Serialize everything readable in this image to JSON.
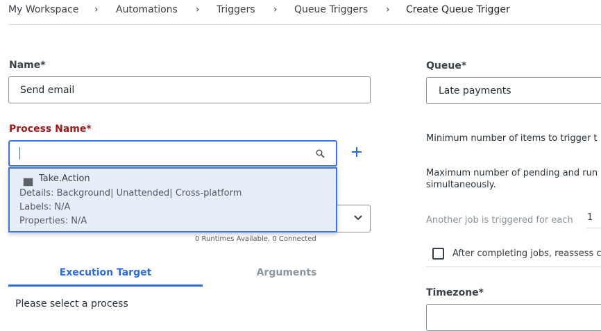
{
  "breadcrumb": [
    "My Workspace",
    "Automations",
    "Triggers",
    "Queue Triggers",
    "Create Queue Trigger"
  ],
  "form": {
    "name_label": "Name*",
    "name_value": "Send email",
    "process_label": "Process Name*",
    "process_value": "",
    "runtimes_text": "0 Runtimes Available, 0 Connected",
    "queue_label": "Queue*",
    "queue_value": "Late payments",
    "min_items_text": "Minimum number of items to trigger t",
    "max_pending_text_1": "Maximum number of pending and run",
    "max_pending_text_2": "simultaneously.",
    "another_job_text": "Another job is triggered for each",
    "another_job_value": "1",
    "reassess_label": "After completing jobs, reassess c",
    "reassess_checked": false,
    "timezone_label": "Timezone*"
  },
  "dropdown": {
    "item_name": "Take.Action",
    "details": "Details: Background| Unattended| Cross-platform",
    "labels": "Labels: N/A",
    "properties": "Properties: N/A"
  },
  "tabs": [
    {
      "label": "Execution Target",
      "active": true
    },
    {
      "label": "Arguments",
      "active": false
    }
  ],
  "tab_content": "Please select a process",
  "colors": {
    "accent": "#2b6be0",
    "required_label": "#a3191b",
    "dropdown_bg": "#e8eef8"
  }
}
